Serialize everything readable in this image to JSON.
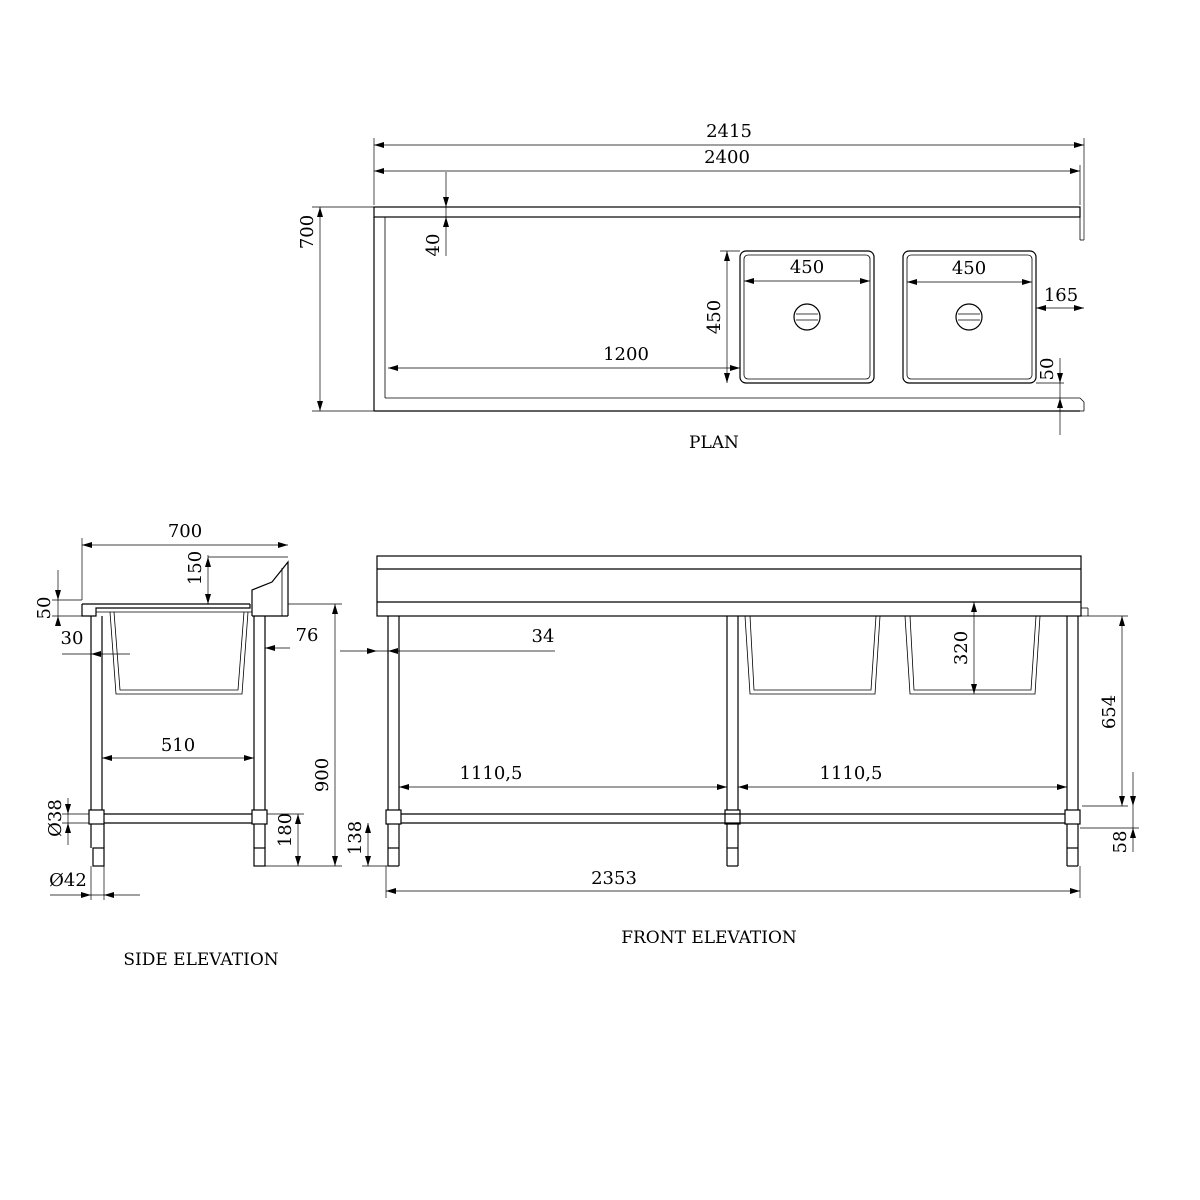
{
  "views": {
    "plan": {
      "title": "PLAN",
      "dims": {
        "overall_length": "2415",
        "top_length": "2400",
        "depth": "700",
        "splashback": "40",
        "left_bowl_width": "450",
        "right_bowl_width": "450",
        "bowl_depth": "450",
        "drainboard": "1200",
        "end_gap": "165",
        "front_gap": "50"
      }
    },
    "side": {
      "title": "SIDE ELEVATION",
      "dims": {
        "depth": "700",
        "upstand": "150",
        "front_lip": "50",
        "lip_offset": "30",
        "leg_inset": "76",
        "leg_span": "510",
        "height": "900",
        "rail_height": "180",
        "rail_tube": "Ø38",
        "leg_tube": "Ø42"
      }
    },
    "front": {
      "title": "FRONT ELEVATION",
      "dims": {
        "leg_inset": "34",
        "bowl_height": "320",
        "leg_height": "654",
        "left_bay": "1110,5",
        "right_bay": "1110,5",
        "rail_height": "138",
        "foot_height": "58",
        "leg_span": "2353"
      }
    }
  }
}
